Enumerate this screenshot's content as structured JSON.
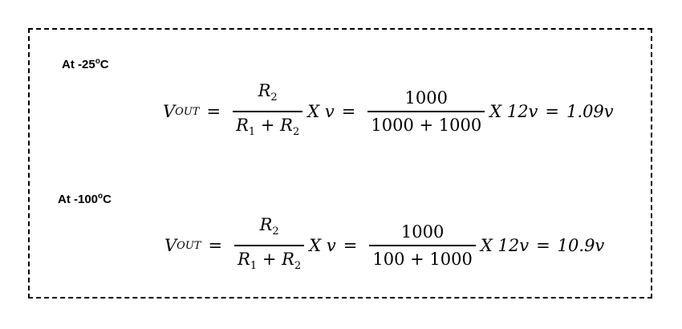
{
  "sections": [
    {
      "heading_prefix": "At -25",
      "heading_sup": "o",
      "heading_suffix": "C",
      "lhs": "V",
      "lhs_sub": "OUT",
      "eq1": "=",
      "frac1_num": "R",
      "frac1_num_sub": "2",
      "frac1_den_a": "R",
      "frac1_den_a_sub": "1",
      "frac1_den_plus": "+",
      "frac1_den_b": "R",
      "frac1_den_b_sub": "2",
      "mult_var": "X v",
      "eq2": "=",
      "frac2_num": "1000",
      "frac2_den": "1000 + 1000",
      "mult_value": "X 12v",
      "eq3": "=",
      "result": "1.09v"
    },
    {
      "heading_prefix": "At -100",
      "heading_sup": "o",
      "heading_suffix": "C",
      "lhs": "V",
      "lhs_sub": "OUT",
      "eq1": "=",
      "frac1_num": "R",
      "frac1_num_sub": "2",
      "frac1_den_a": "R",
      "frac1_den_a_sub": "1",
      "frac1_den_plus": "+",
      "frac1_den_b": "R",
      "frac1_den_b_sub": "2",
      "mult_var": "X v",
      "eq2": "=",
      "frac2_num": "1000",
      "frac2_den": "100 + 1000",
      "mult_value": "X 12v",
      "eq3": "=",
      "result": "10.9v"
    }
  ]
}
